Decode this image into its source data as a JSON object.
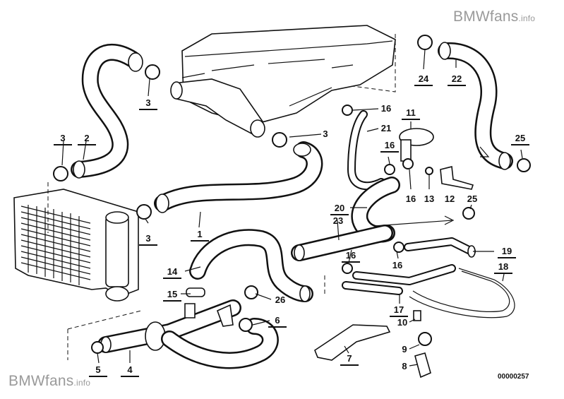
{
  "watermark": {
    "brand": "BMWfans",
    "suffix": ".info"
  },
  "diagram_code": "00000257",
  "callouts": {
    "c1": "1",
    "c2": "2",
    "c3a": "3",
    "c3b": "3",
    "c3c": "3",
    "c3d": "3",
    "c4": "4",
    "c5": "5",
    "c6": "6",
    "c7": "7",
    "c8": "8",
    "c9": "9",
    "c10": "10",
    "c11": "11",
    "c12": "12",
    "c13": "13",
    "c14": "14",
    "c15": "15",
    "c16a": "16",
    "c16b": "16",
    "c16c": "16",
    "c16d": "16",
    "c16e": "16",
    "c17": "17",
    "c18": "18",
    "c19": "19",
    "c20": "20",
    "c21": "21",
    "c22": "22",
    "c23": "23",
    "c24": "24",
    "c25a": "25",
    "c25b": "25",
    "c26": "26"
  }
}
